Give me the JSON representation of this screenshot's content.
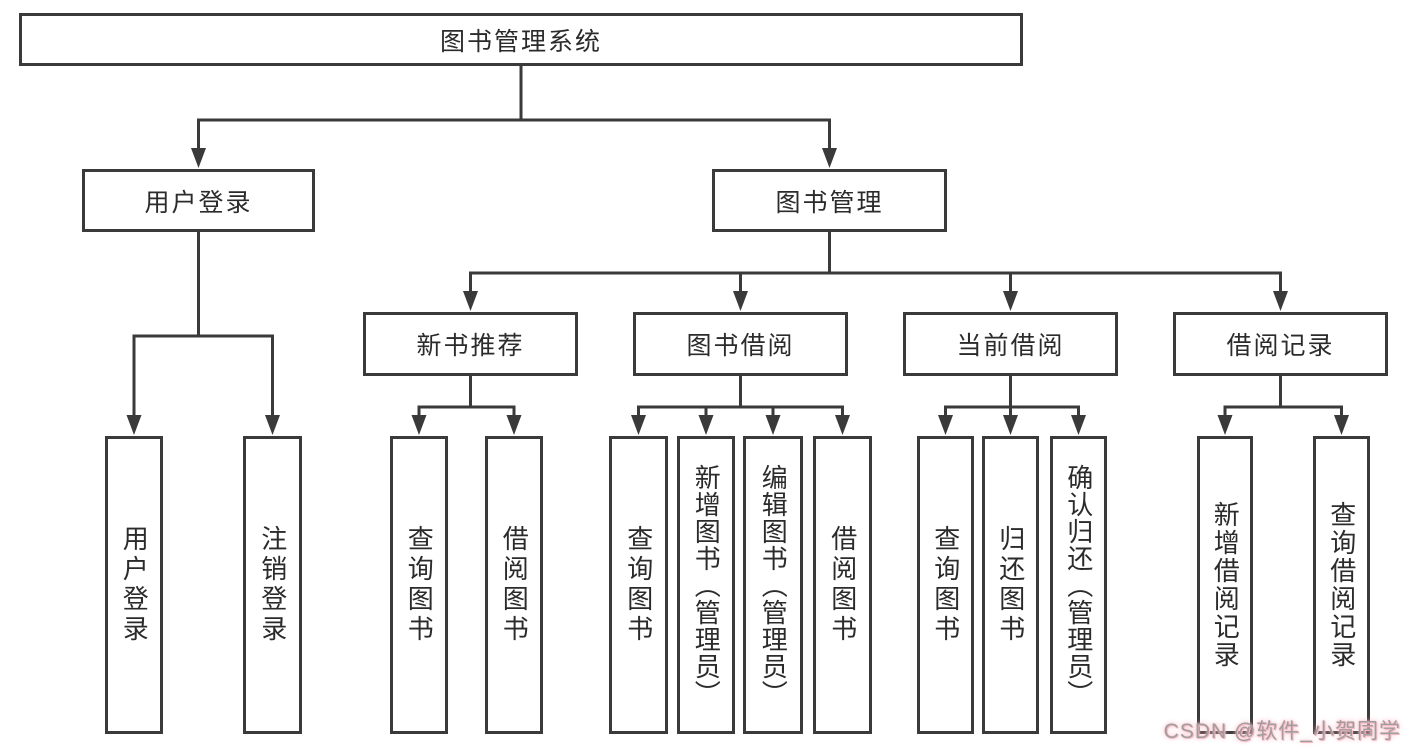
{
  "diagram_title": "图书管理系统",
  "colors": {
    "line": "#3a3a3a",
    "box_border": "#3a3a3a",
    "text": "#2b2b2b",
    "background": "#ffffff",
    "watermark_text": "#9e9e9e",
    "watermark_glow": "#ffaebc"
  },
  "tree": {
    "label": "图书管理系统",
    "children": [
      {
        "label": "用户登录",
        "children": [
          {
            "label": "用户登录"
          },
          {
            "label": "注销登录"
          }
        ]
      },
      {
        "label": "图书管理",
        "children": [
          {
            "label": "新书推荐",
            "children": [
              {
                "label": "查询图书"
              },
              {
                "label": "借阅图书"
              }
            ]
          },
          {
            "label": "图书借阅",
            "children": [
              {
                "label": "查询图书"
              },
              {
                "label": "新增图书（管理员）"
              },
              {
                "label": "编辑图书（管理员）"
              },
              {
                "label": "借阅图书"
              }
            ]
          },
          {
            "label": "当前借阅",
            "children": [
              {
                "label": "查询图书"
              },
              {
                "label": "归还图书"
              },
              {
                "label": "确认归还（管理员）"
              }
            ]
          },
          {
            "label": "借阅记录",
            "children": [
              {
                "label": "新增借阅记录"
              },
              {
                "label": "查询借阅记录"
              }
            ]
          }
        ]
      }
    ]
  },
  "watermark": {
    "text": "CSDN @软件_小贺同学"
  }
}
